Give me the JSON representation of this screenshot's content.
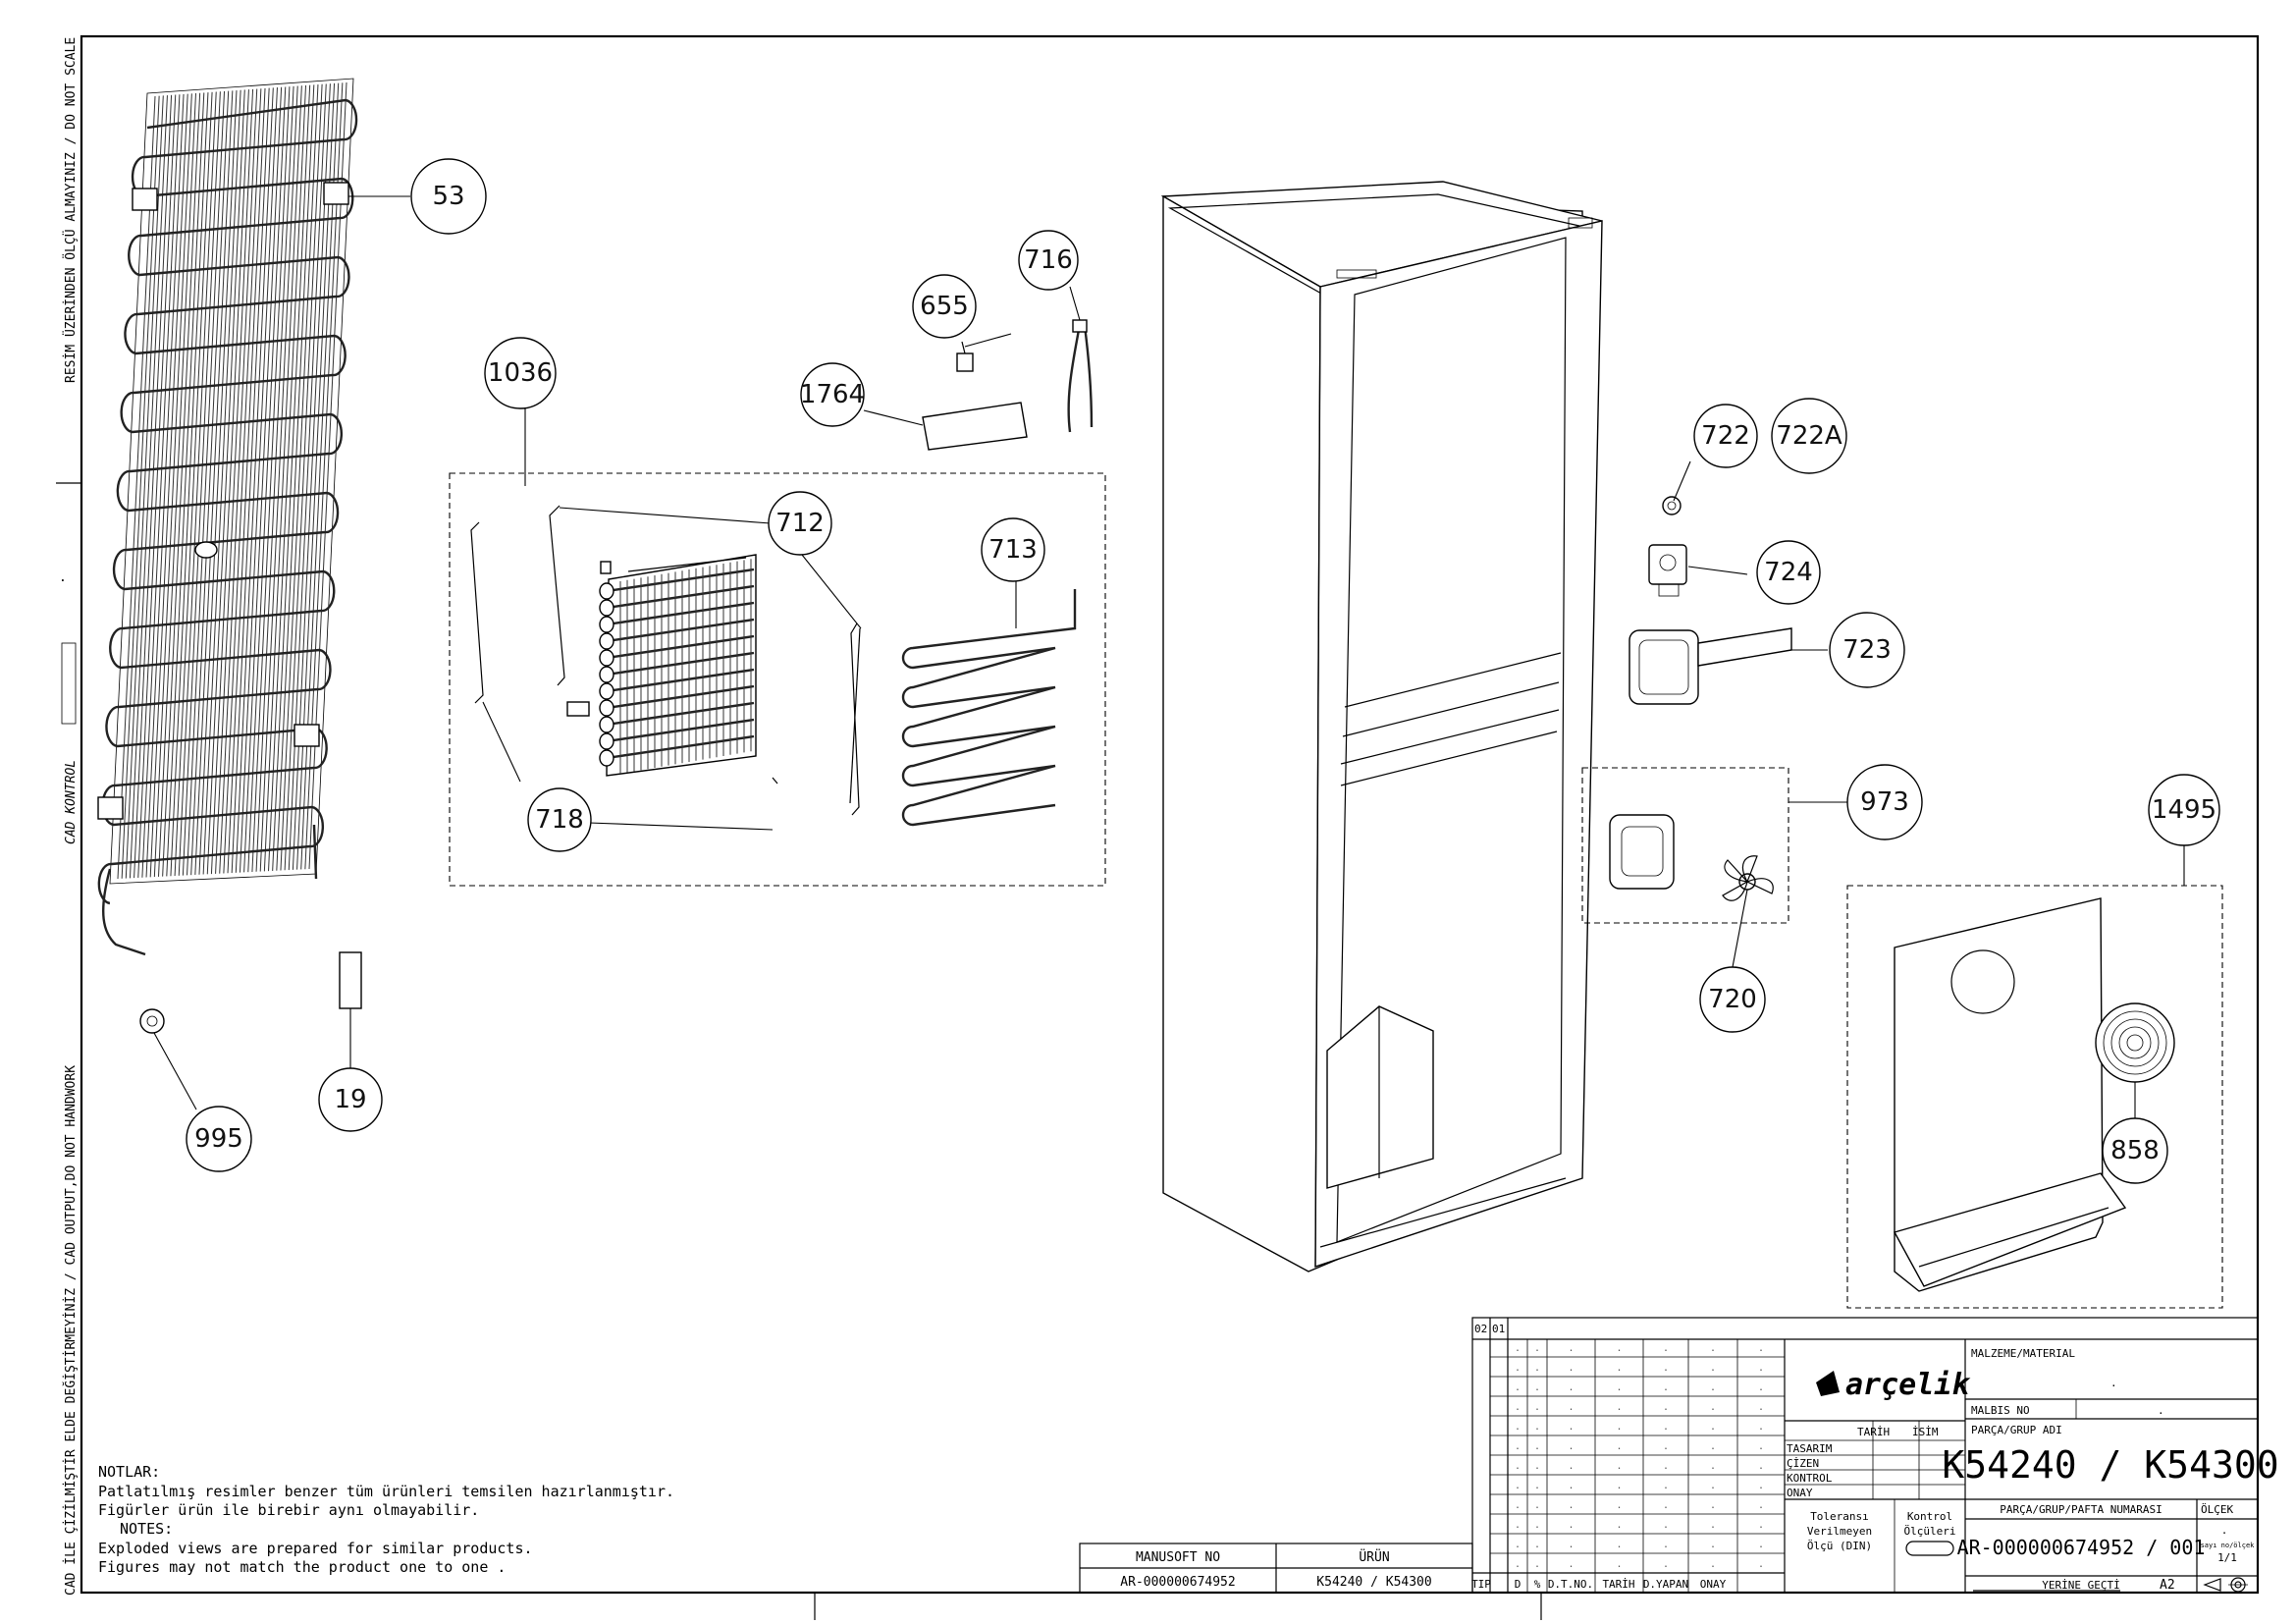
{
  "side_labels": {
    "top": "RESİM ÜZERİNDEN ÖLÇÜ ALMAYINIZ / DO NOT SCALE",
    "middle": "CAD KONTROL",
    "bottom": "CAD İLE ÇİZİLMİŞTİR ELDE DEĞİŞTİRMEYİNİZ / CAD OUTPUT,DO NOT HANDWORK"
  },
  "callouts": [
    {
      "id": "c53",
      "label": "53"
    },
    {
      "id": "c655",
      "label": "655"
    },
    {
      "id": "c716",
      "label": "716"
    },
    {
      "id": "c1036",
      "label": "1036"
    },
    {
      "id": "c1764",
      "label": "1764"
    },
    {
      "id": "c712",
      "label": "712"
    },
    {
      "id": "c713",
      "label": "713"
    },
    {
      "id": "c718",
      "label": "718"
    },
    {
      "id": "c722",
      "label": "722"
    },
    {
      "id": "c722A",
      "label": "722A"
    },
    {
      "id": "c724",
      "label": "724"
    },
    {
      "id": "c723",
      "label": "723"
    },
    {
      "id": "c973",
      "label": "973"
    },
    {
      "id": "c720",
      "label": "720"
    },
    {
      "id": "c1495",
      "label": "1495"
    },
    {
      "id": "c858",
      "label": "858"
    },
    {
      "id": "c995",
      "label": "995"
    },
    {
      "id": "c19",
      "label": "19"
    }
  ],
  "notes": {
    "heading_tr": "NOTLAR:",
    "line1_tr": "Patlatılmış   resimler benzer tüm ürünleri temsilen   hazırlanmıştır.",
    "line2_tr": "Figürler ürün ile birebir aynı olmayabilir.",
    "heading_en": "NOTES:",
    "line1_en": "Exploded views are prepared for similar products.",
    "line2_en": "Figures   may not match the product one to one ."
  },
  "info_box": {
    "manusoft_header": "MANUSOFT NO",
    "urun_header": "ÜRÜN",
    "manusoft_value": "AR-000000674952",
    "urun_value": "K54240 / K54300"
  },
  "title_block": {
    "rev_1": "02",
    "rev_2": "01",
    "brand": "arçelik",
    "material_label": "MALZEME/MATERIAL",
    "material_value": ".",
    "malbis_label": "MALBIS NO",
    "malbis_value": ".",
    "part_name_label": "PARÇA/GRUP ADI",
    "part_name": "K54240 / K54300",
    "tarih": "TARİH",
    "isim": "İSİM",
    "tasarim": "TASARIM",
    "cizen": "ÇİZEN",
    "kontrol": "KONTROL",
    "onay_row": "ONAY",
    "tolerance_lines": [
      "Toleransı",
      "Verilmeyen",
      "Ölçü (DIN)"
    ],
    "control_lines": [
      "Kontrol",
      "Ölçüleri"
    ],
    "part_number_label": "PARÇA/GRUP/PAFTA NUMARASI",
    "olcek_label": "ÖLÇEK",
    "part_number": "AR-000000674952 / 001",
    "scale_dot": ".",
    "scale_label": "sayı no/ölçek",
    "scale_value": "1/1",
    "replaces_label": "YERİNE GEÇTİ",
    "sheet_size": "A2",
    "bottom_row": [
      "TIP",
      "D",
      "%",
      "D.T.NO.",
      "TARİH",
      "D.YAPAN",
      "ONAY"
    ]
  },
  "dot_mark": "."
}
